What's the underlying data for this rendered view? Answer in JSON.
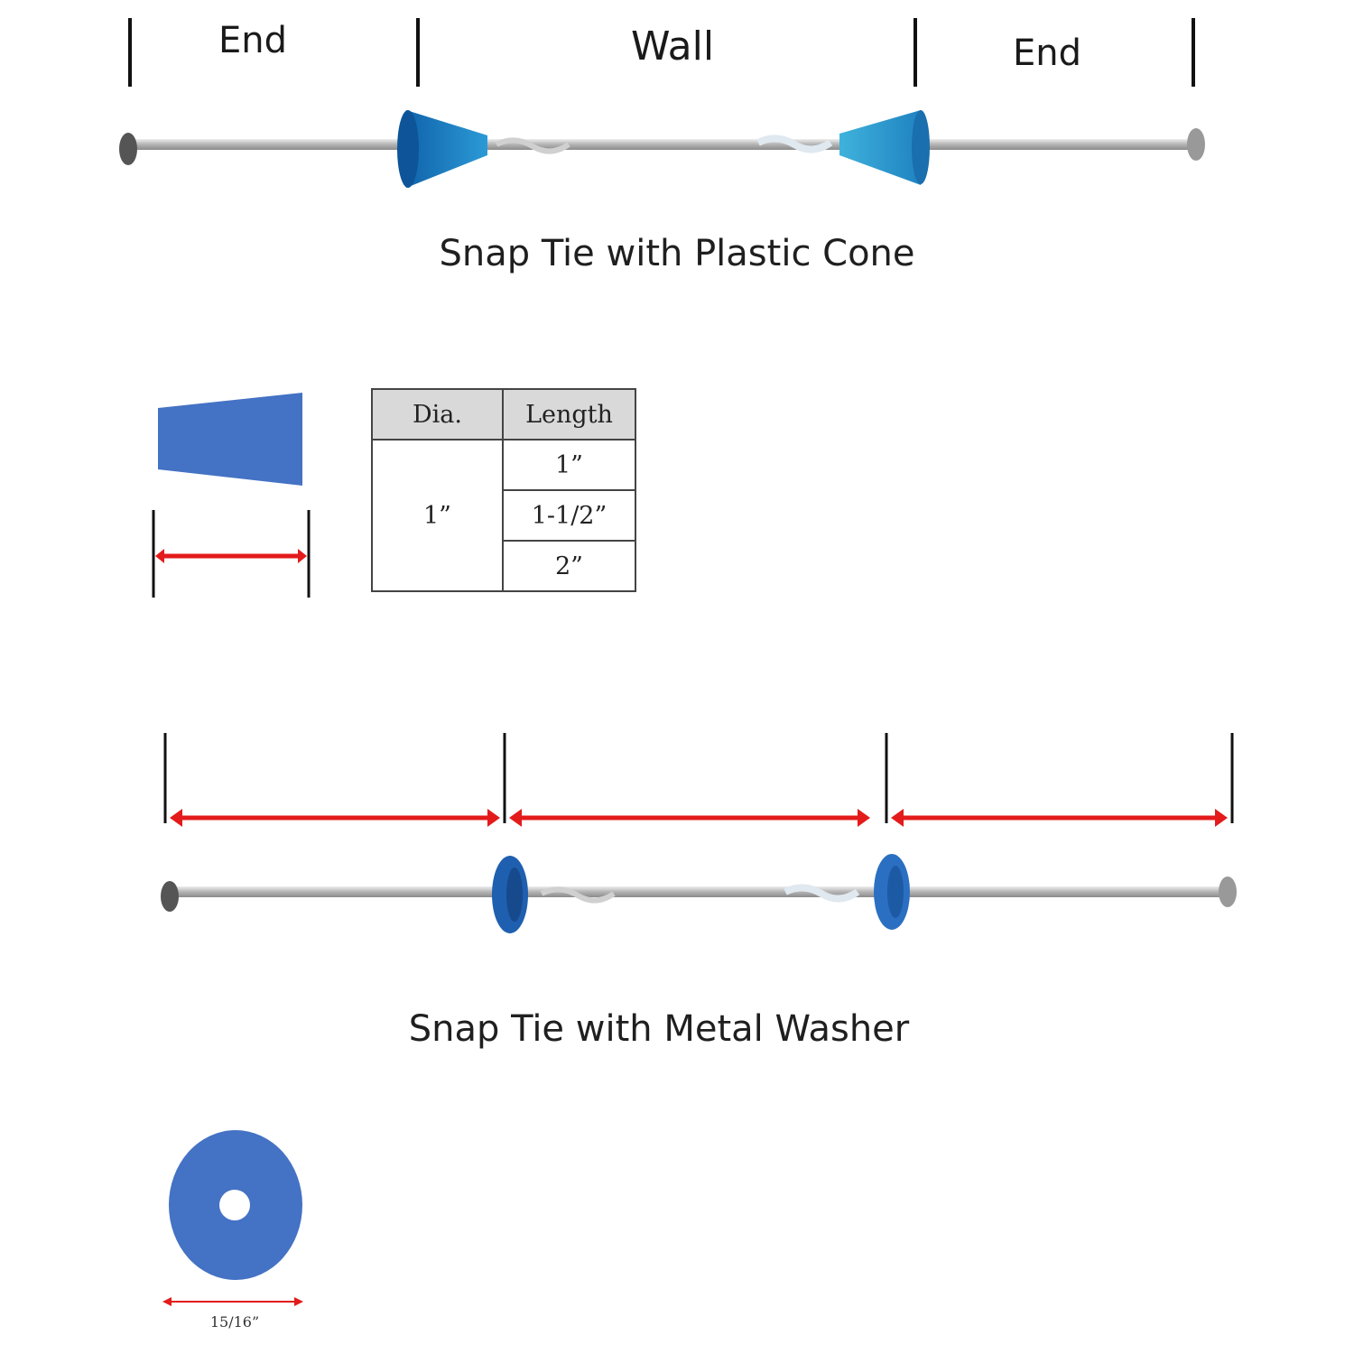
{
  "top_section": {
    "labels": {
      "end_left": "End",
      "wall": "Wall",
      "end_right": "End"
    },
    "caption": "Snap Tie with Plastic Cone",
    "cone_color": "#1e7fc4"
  },
  "cone_spec": {
    "shape_color": "#4472c4",
    "arrow_color": "#e31b1b",
    "table": {
      "headers": [
        "Dia.",
        "Length"
      ],
      "diameter": "1”",
      "lengths": [
        "1”",
        "1-1/2”",
        "2”"
      ]
    }
  },
  "bottom_section": {
    "caption": "Snap Tie with Metal Washer",
    "washer_color": "#1f5fb0",
    "arrow_color": "#e31b1b"
  },
  "washer_spec": {
    "shape_color": "#4472c4",
    "dimension": "15/16”"
  }
}
